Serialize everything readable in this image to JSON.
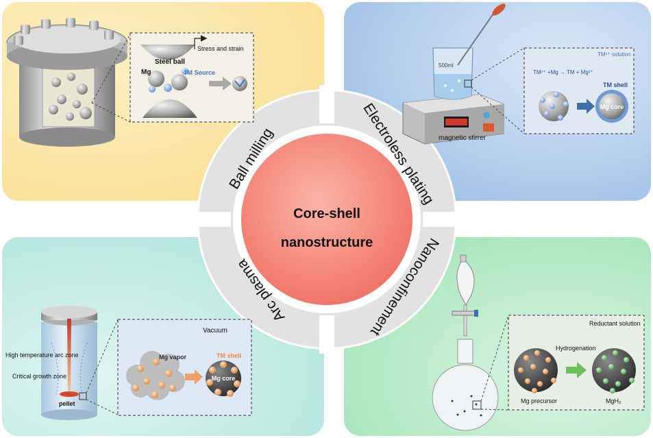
{
  "center": {
    "line1": "Core-shell",
    "line2": "nanostructure"
  },
  "methods": {
    "ball_milling": "Ball milling",
    "electroless_plating": "Electroless plating",
    "arc_plasma": "Arc plasma",
    "nanoconfinement": "Nanoconfinement"
  },
  "ball_milling_panel": {
    "steel_ball": "Steel ball",
    "stress_strain": "Stress and strain",
    "mg": "Mg",
    "tm_source": "TM Source"
  },
  "electroless_panel": {
    "beaker_volume": "500ml",
    "solution": "TMⁿ⁺ solution",
    "reaction": "TMⁿ⁺ +Mg → TM + Mg²⁺",
    "tm_shell": "TM shell",
    "mg_core": "Mg core",
    "stirrer": "magnetic stirrer"
  },
  "arc_panel": {
    "arc_zone": "High temperature arc zone",
    "growth_zone": "Critical growth zone",
    "pellet": "pellet",
    "vacuum": "Vacuum",
    "mg_vapor": "Mg vapor",
    "tm_shell": "TM shell",
    "mg_core": "Mg core"
  },
  "nano_panel": {
    "reductant": "Reductant solution",
    "hydrogenation": "Hydrogenation",
    "mg_precursor": "Mg precursor",
    "mgh2": "MgH₂"
  },
  "colors": {
    "ball_milling_bg": "#fbe7a6",
    "electroless_bg": "#bcd6ee",
    "arc_bg": "#cdeee8",
    "nano_bg": "#bfeccd",
    "center_circle": "#f47a6c",
    "ring": "#e3e3e3",
    "tm_blue": "#4a72c2",
    "tm_orange": "#f08a3a"
  }
}
